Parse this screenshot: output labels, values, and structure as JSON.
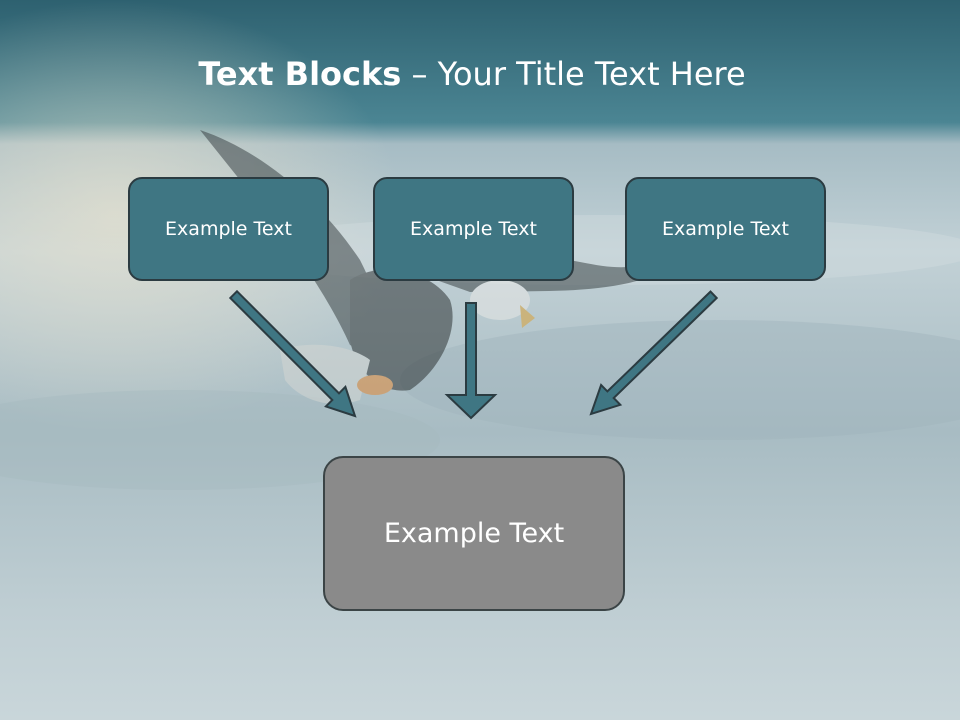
{
  "slide": {
    "title_bold": "Text Blocks",
    "title_separator": " – ",
    "title_rest": "Your Title Text Here",
    "source_boxes": [
      {
        "label": "Example Text"
      },
      {
        "label": "Example Text"
      },
      {
        "label": "Example Text"
      }
    ],
    "target_box": {
      "label": "Example Text"
    }
  },
  "colors": {
    "header_teal": "#3f7683",
    "box_fill": "#3f7683",
    "box_border": "#2b3b41",
    "target_fill": "#8a8a8a",
    "arrow_fill": "#3f7683",
    "sky": "#b9ccd3"
  }
}
